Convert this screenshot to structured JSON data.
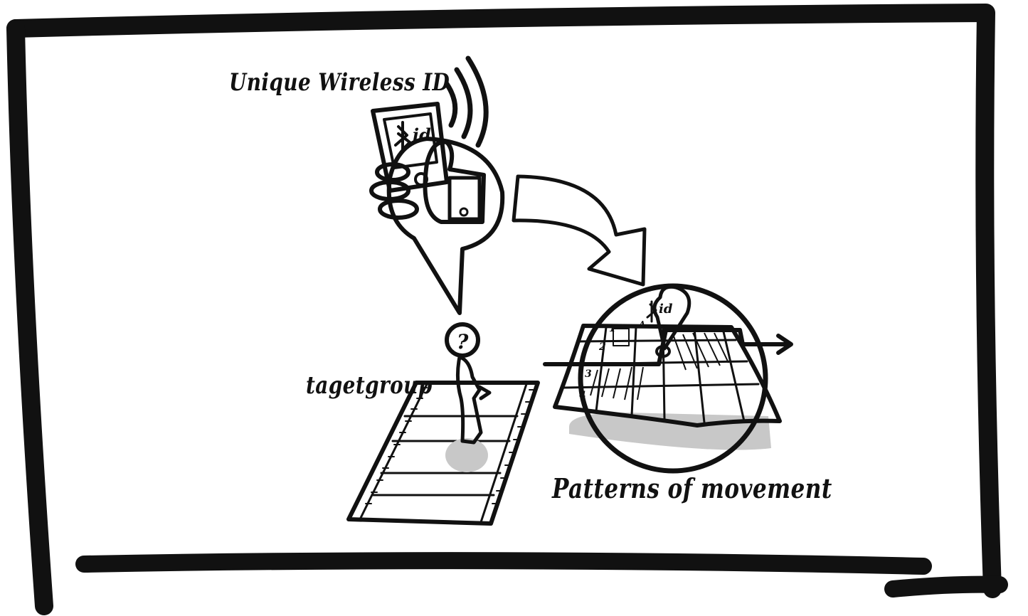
{
  "labels": {
    "unique_wireless_id": "Unique Wireless ID",
    "targetgroup": "tagetgroup",
    "patterns": "Patterns of movement"
  },
  "glyphs": {
    "phone_id": "id",
    "pin_id": "id",
    "question": "?",
    "grid_row_1": "1",
    "grid_row_2": "2",
    "grid_row_3": "3",
    "grid_row_4": "4",
    "grid_col_a": "A"
  },
  "icons": [
    "frame",
    "phone-in-hand-icon",
    "wireless-signal-icon",
    "speech-bubble",
    "curved-arrow-icon",
    "person-icon",
    "walkway-path",
    "magnifier-circle",
    "floor-map",
    "location-pin-icon",
    "movement-arrow"
  ],
  "colors": {
    "ink": "#111111",
    "shadow": "#c8c8c8",
    "background": "#ffffff"
  }
}
